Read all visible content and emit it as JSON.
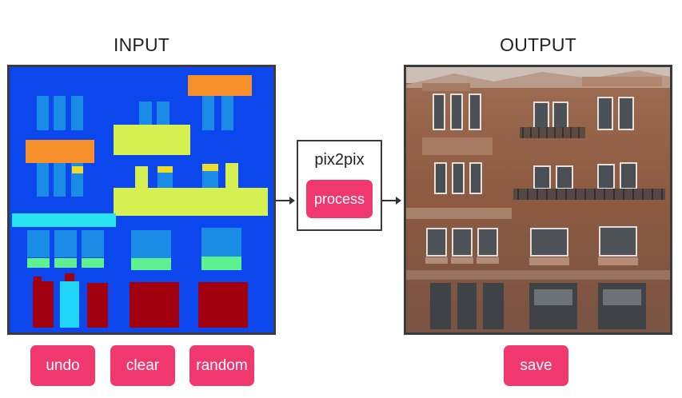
{
  "input": {
    "title": "INPUT"
  },
  "output": {
    "title": "OUTPUT"
  },
  "model": {
    "name": "pix2pix",
    "process_label": "process"
  },
  "controls": {
    "undo_label": "undo",
    "clear_label": "clear",
    "random_label": "random"
  },
  "output_controls": {
    "save_label": "save"
  },
  "colors": {
    "accent_button": "#f0386f",
    "background_label": "#0c47ee",
    "window_label": "#1a8ce6",
    "cornice_label": "#f7902a",
    "balcony_label": "#d6f051",
    "sill_label": "#5df28f",
    "shop_label": "#a2000e",
    "door_label": "#1fd5f8",
    "facade_photo": "#8a5a3f"
  }
}
